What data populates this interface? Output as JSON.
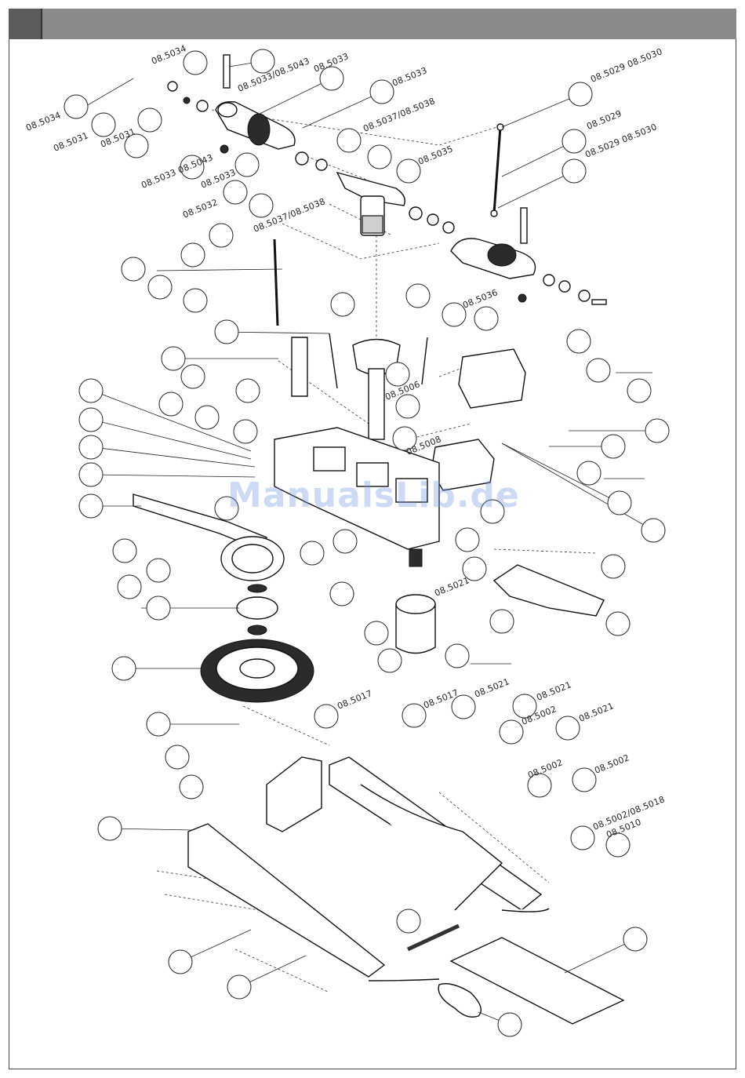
{
  "header": {
    "tab": "",
    "title": ""
  },
  "watermark": "ManualsLib.de",
  "part_numbers": [
    "08.5034",
    "08.5033/08.5043",
    "08.5033",
    "08.5033",
    "08.5037/08.5038",
    "08.5034",
    "08.5031",
    "08.5031",
    "08.5033 08.5043",
    "08.5033",
    "08.5032",
    "08.5035",
    "08.5037/08.5038",
    "08.5029 08.5030",
    "08.5029",
    "08.5029 08.5030",
    "08.5036",
    "08.5006",
    "08.5008",
    "08.5021",
    "08.5017",
    "08.5017",
    "08.5021",
    "08.5021",
    "08.5002",
    "08.5021",
    "08.5002",
    "08.5002",
    "08.5002/08.5018",
    "08.5010"
  ]
}
